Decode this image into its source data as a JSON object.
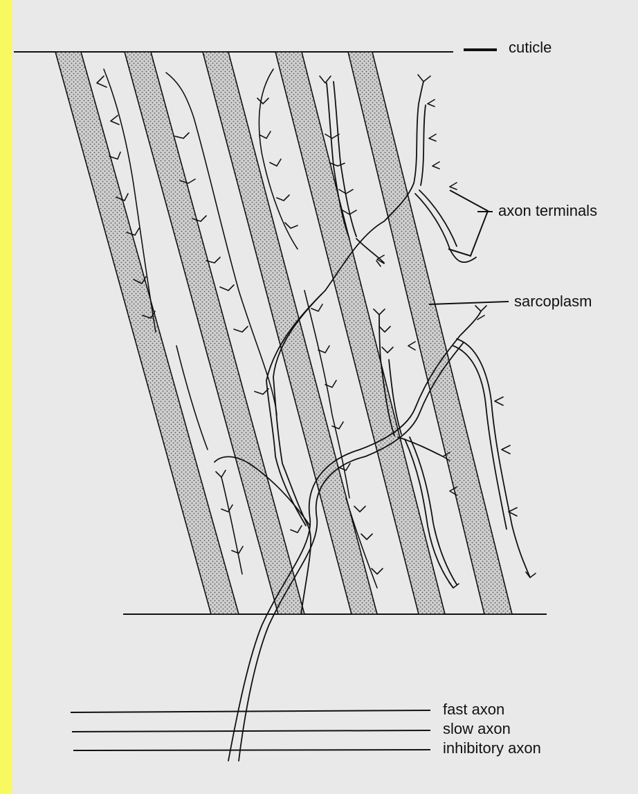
{
  "labels": {
    "cuticle": "cuticle",
    "axon_terminals": "axon terminals",
    "sarcoplasm": "sarcoplasm",
    "fast_axon": "fast axon",
    "slow_axon": "slow axon",
    "inhibitory_axon": "inhibitory axon"
  },
  "colors": {
    "frame": "#f8f860",
    "background": "#e9e9e9",
    "ink": "#111111"
  }
}
